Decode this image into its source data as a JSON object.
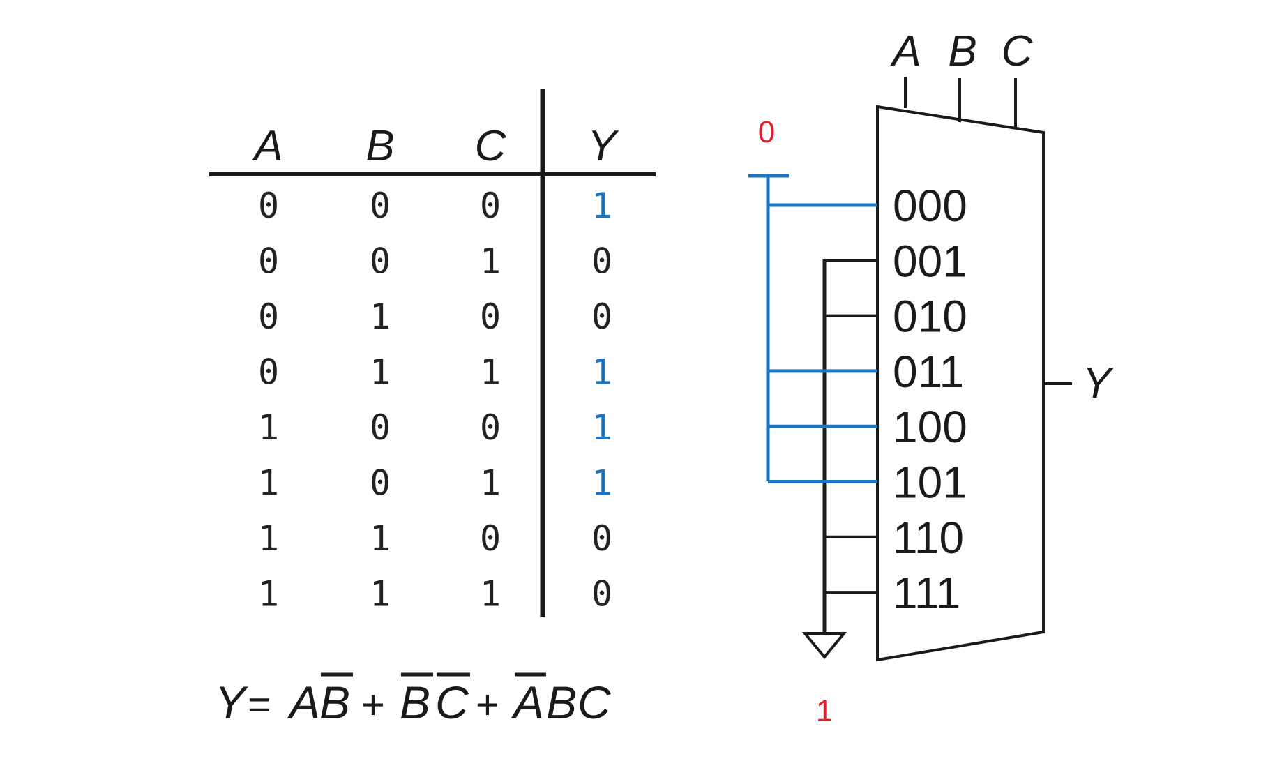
{
  "truth_table": {
    "headers": [
      "A",
      "B",
      "C",
      "Y"
    ],
    "rows": [
      [
        "0",
        "0",
        "0",
        "1"
      ],
      [
        "0",
        "0",
        "1",
        "0"
      ],
      [
        "0",
        "1",
        "0",
        "0"
      ],
      [
        "0",
        "1",
        "1",
        "1"
      ],
      [
        "1",
        "0",
        "0",
        "1"
      ],
      [
        "1",
        "0",
        "1",
        "1"
      ],
      [
        "1",
        "1",
        "0",
        "0"
      ],
      [
        "1",
        "1",
        "1",
        "0"
      ]
    ]
  },
  "equation": {
    "lhs": "Y",
    "eq": "=",
    "plus": "+",
    "term1": {
      "a": "A",
      "b": "B"
    },
    "term2": {
      "a": "B",
      "b": "C"
    },
    "term3": {
      "a": "A",
      "b": "B",
      "c": "C"
    }
  },
  "mux": {
    "select_labels": [
      "A",
      "B",
      "C"
    ],
    "inputs": [
      "000",
      "001",
      "010",
      "011",
      "100",
      "101",
      "110",
      "111"
    ],
    "output_label": "Y",
    "input_values": [
      "0",
      "1",
      "1",
      "0",
      "0",
      "0",
      "1",
      "1"
    ],
    "const_zero_label": "0",
    "const_one_label": "1"
  },
  "colors": {
    "ink": "#1a1a1a",
    "highlight_blue": "#1f74c0",
    "annotation_red": "#e0202a"
  }
}
